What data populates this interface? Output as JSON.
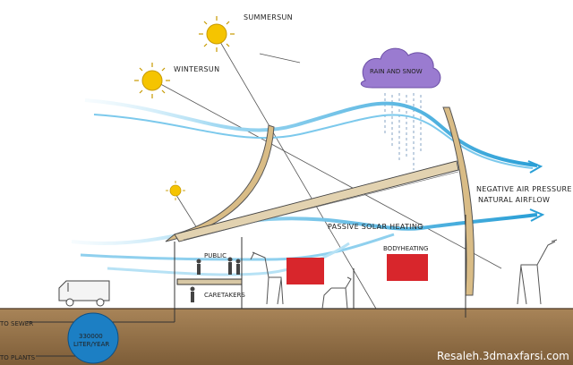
{
  "labels": {
    "summer_sun": "SUMMERSUN",
    "winter_sun": "WINTERSUN",
    "rain_snow": "RAIN AND SNOW",
    "negative_pressure_1": "NEGATIVE AIR PRESSURE",
    "negative_pressure_2": "NATURAL AIRFLOW",
    "passive_solar": "PASSIVE SOLAR HEATING",
    "body_heating": "BODYHEATING",
    "public": "PUBLIC",
    "caretakers": "CARETAKERS",
    "to_sewer": "TO SEWER",
    "to_plants": "TO PLANTS",
    "tank_1": "330000",
    "tank_2": "LITER/YEAR",
    "watermark": "Resaleh.3dmaxfarsi.com"
  },
  "colors": {
    "airflow": "#2a9fd6",
    "airflow_light": "#bfe6f7",
    "sun": "#f5c400",
    "cloud": "#8e6bc4",
    "rain": "#6a8fb8",
    "ground": "#9b7a52",
    "red_panel": "#d8262c",
    "tank": "#1c7fc4",
    "roof": "#caa870"
  }
}
